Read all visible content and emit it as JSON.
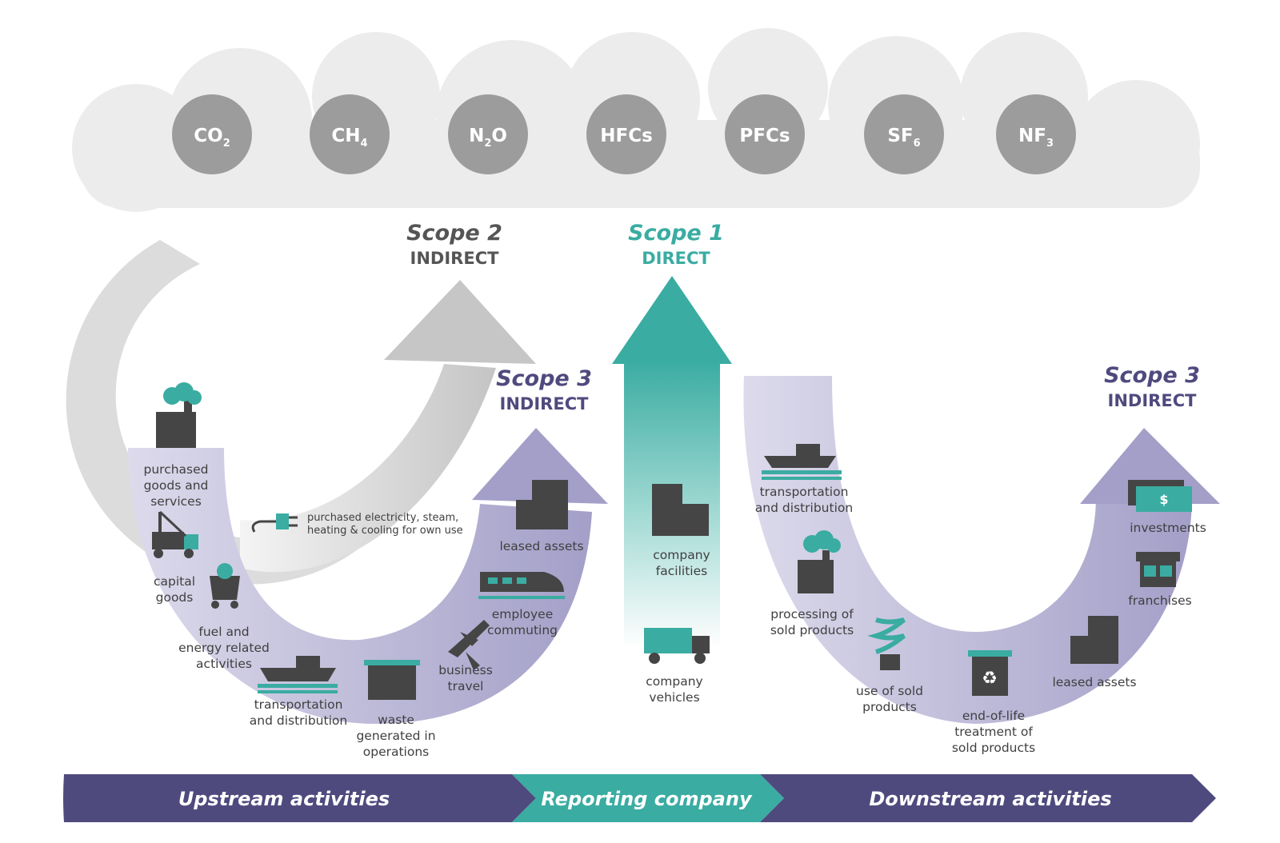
{
  "gases": [
    {
      "main": "CO",
      "sub": "2"
    },
    {
      "main": "CH",
      "sub": "4"
    },
    {
      "main": "N",
      "sub": "2",
      "tail": "O"
    },
    {
      "main": "HFCs",
      "sub": ""
    },
    {
      "main": "PFCs",
      "sub": ""
    },
    {
      "main": "SF",
      "sub": "6"
    },
    {
      "main": "NF",
      "sub": "3"
    }
  ],
  "scopes": {
    "scope2": {
      "title": "Scope 2",
      "subtitle": "INDIRECT",
      "color": "#555555"
    },
    "scope1": {
      "title": "Scope 1",
      "subtitle": "DIRECT",
      "color": "#3aaca2"
    },
    "scope3_upstream": {
      "title": "Scope 3",
      "subtitle": "INDIRECT",
      "color": "#4f4a7e"
    },
    "scope3_downstream": {
      "title": "Scope 3",
      "subtitle": "INDIRECT",
      "color": "#4f4a7e"
    }
  },
  "upstream_items": {
    "purchased_goods": [
      "purchased",
      "goods and",
      "services"
    ],
    "capital_goods": [
      "capital",
      "goods"
    ],
    "fuel_energy": [
      "fuel and",
      "energy related",
      "activities"
    ],
    "transport_up": [
      "transportation",
      "and distribution"
    ],
    "waste": [
      "waste",
      "generated in",
      "operations"
    ],
    "business_travel": [
      "business",
      "travel"
    ],
    "employee_commuting": [
      "employee",
      "commuting"
    ],
    "leased_assets_up": [
      "leased assets"
    ]
  },
  "scope2_items": {
    "electricity": [
      "purchased electricity, steam,",
      "heating & cooling for own use"
    ]
  },
  "scope1_items": {
    "facilities": [
      "company",
      "facilities"
    ],
    "vehicles": [
      "company",
      "vehicles"
    ]
  },
  "downstream_items": {
    "transport_down": [
      "transportation",
      "and distribution"
    ],
    "processing": [
      "processing of",
      "sold products"
    ],
    "use_sold": [
      "use of sold",
      "products"
    ],
    "end_of_life": [
      "end-of-life",
      "treatment of",
      "sold products"
    ],
    "leased_assets_down": [
      "leased assets"
    ],
    "franchises": [
      "franchises"
    ],
    "investments": [
      "investments"
    ]
  },
  "banner": {
    "upstream": "Upstream activities",
    "reporting": "Reporting company",
    "downstream": "Downstream activities",
    "purple": "#4f4a7e",
    "teal": "#3aaca2"
  },
  "colors": {
    "cloud": "#ececec",
    "gas_circle": "#9c9c9c",
    "icon_dark": "#454545",
    "icon_teal": "#3aaca2"
  }
}
